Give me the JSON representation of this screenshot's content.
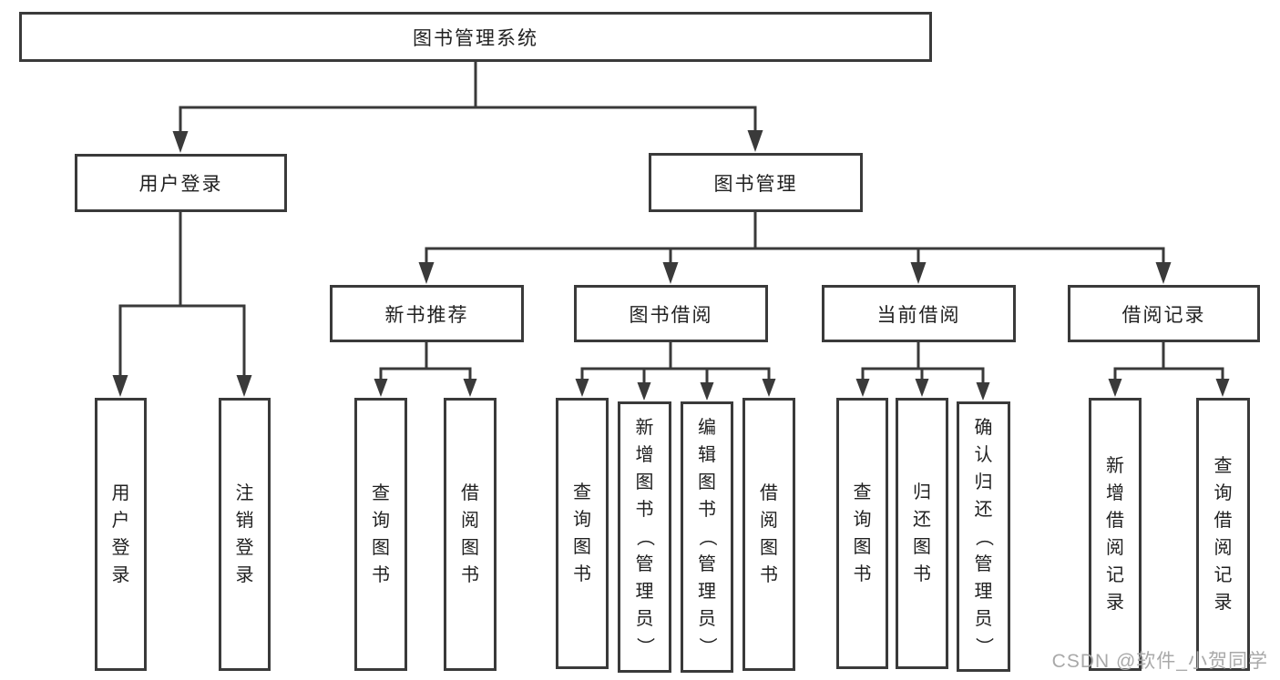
{
  "watermark": {
    "text": "CSDN @软件_小贺同学"
  },
  "colors": {
    "line": "#3a3a3a",
    "box_border": "#3a3a3a",
    "text": "#212121",
    "background": "#ffffff",
    "watermark_text": "#a9a9a9"
  },
  "diagram": {
    "title": "图书管理系统",
    "nodes": [
      {
        "id": "root",
        "label": "图书管理系统",
        "level": 1,
        "parent": null,
        "vertical": false
      },
      {
        "id": "user-login",
        "label": "用户登录",
        "level": 2,
        "parent": "root",
        "vertical": false
      },
      {
        "id": "book-management",
        "label": "图书管理",
        "level": 2,
        "parent": "root",
        "vertical": false
      },
      {
        "id": "new-book-recommend",
        "label": "新书推荐",
        "level": 3,
        "parent": "book-management",
        "vertical": false
      },
      {
        "id": "book-borrowing",
        "label": "图书借阅",
        "level": 3,
        "parent": "book-management",
        "vertical": false
      },
      {
        "id": "current-borrowing",
        "label": "当前借阅",
        "level": 3,
        "parent": "book-management",
        "vertical": false
      },
      {
        "id": "borrowing-records",
        "label": "借阅记录",
        "level": 3,
        "parent": "book-management",
        "vertical": false
      },
      {
        "id": "user-login-leaf",
        "label": "用户登录",
        "level": 4,
        "parent": "user-login",
        "vertical": true
      },
      {
        "id": "logout-leaf",
        "label": "注销登录",
        "level": 4,
        "parent": "user-login",
        "vertical": true
      },
      {
        "id": "query-books-recommend",
        "label": "查询图书",
        "level": 4,
        "parent": "new-book-recommend",
        "vertical": true
      },
      {
        "id": "borrow-books-recommend",
        "label": "借阅图书",
        "level": 4,
        "parent": "new-book-recommend",
        "vertical": true
      },
      {
        "id": "query-books-borrowing",
        "label": "查询图书",
        "level": 4,
        "parent": "book-borrowing",
        "vertical": true
      },
      {
        "id": "add-books-admin",
        "label": "新增图书（管理员）",
        "level": 4,
        "parent": "book-borrowing",
        "vertical": true
      },
      {
        "id": "edit-books-admin",
        "label": "编辑图书（管理员）",
        "level": 4,
        "parent": "book-borrowing",
        "vertical": true
      },
      {
        "id": "borrow-books-leaf",
        "label": "借阅图书",
        "level": 4,
        "parent": "book-borrowing",
        "vertical": true
      },
      {
        "id": "query-books-current",
        "label": "查询图书",
        "level": 4,
        "parent": "current-borrowing",
        "vertical": true
      },
      {
        "id": "return-books",
        "label": "归还图书",
        "level": 4,
        "parent": "current-borrowing",
        "vertical": true
      },
      {
        "id": "confirm-return-admin",
        "label": "确认归还（管理员）",
        "level": 4,
        "parent": "current-borrowing",
        "vertical": true
      },
      {
        "id": "add-borrowing-record",
        "label": "新增借阅记录",
        "level": 4,
        "parent": "borrowing-records",
        "vertical": true
      },
      {
        "id": "query-borrowing-record",
        "label": "查询借阅记录",
        "level": 4,
        "parent": "borrowing-records",
        "vertical": true
      }
    ]
  }
}
